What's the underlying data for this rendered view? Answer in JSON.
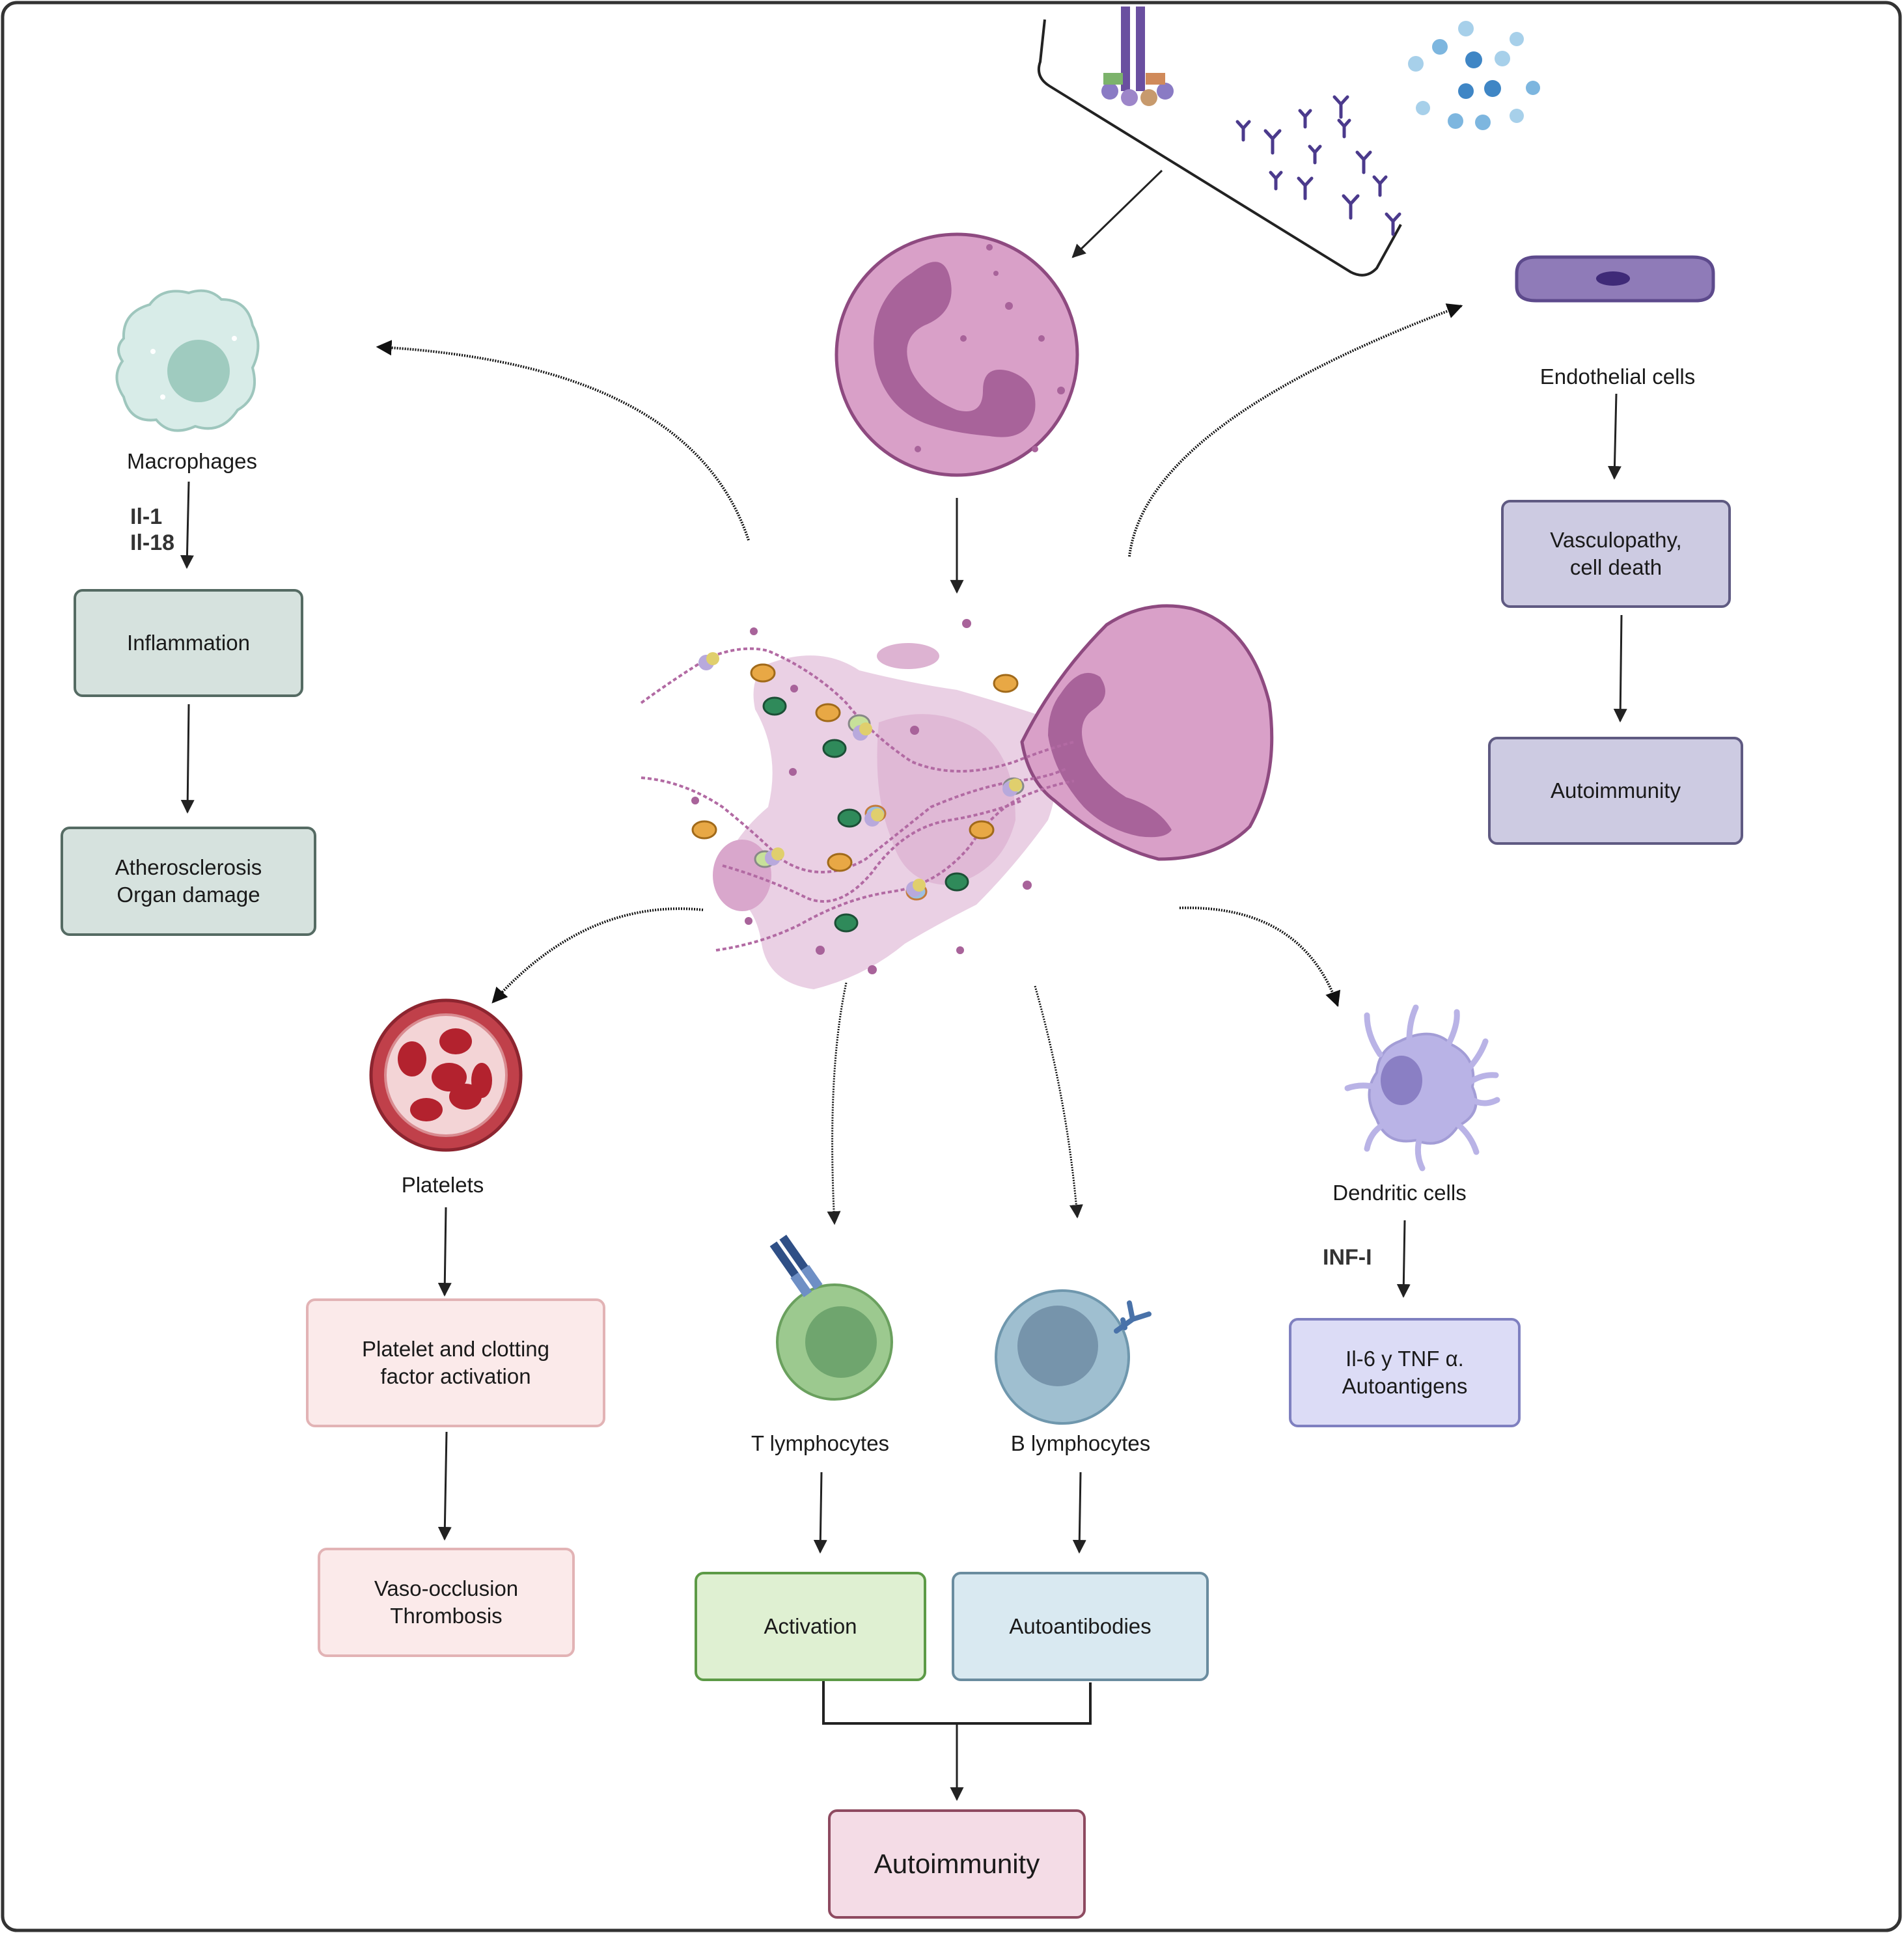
{
  "cells": {
    "macrophages": "Macrophages",
    "endothelial": "Endothelial cells",
    "platelets": "Platelets",
    "t_lymphocytes": "T lymphocytes",
    "b_lymphocytes": "B lymphocytes",
    "dendritic": "Dendritic cells"
  },
  "cytokines": {
    "macrophage": "Il-1\nIl-18",
    "dendritic": "INF-I"
  },
  "boxes": {
    "inflammation": "Inflammation",
    "atherosclerosis": "Atherosclerosis\nOrgan damage",
    "vasculopathy": "Vasculopathy,\ncell death",
    "autoimmunity_endothelial": "Autoimmunity",
    "platelet_activation": "Platelet and clotting\nfactor activation",
    "vaso_occlusion": "Vaso-occlusion\nThrombosis",
    "activation": "Activation",
    "autoantibodies": "Autoantibodies",
    "il6_tnf": "Il-6 y TNF α.\nAutoantigens",
    "autoimmunity_final": "Autoimmunity"
  },
  "colors": {
    "neutrophil": "#d9a0c8",
    "nucleus": "#a8639a",
    "net_cloud": "#ead0e4",
    "macrophage": "#d8ece8",
    "endothelial": "#8f7bb8",
    "platelet_vessel": "#c0404a",
    "t_cell": "#9cc98f",
    "b_cell": "#9fbfd0",
    "dendritic": "#b9b3e6",
    "box_green_grey": "#d6e2de",
    "box_lavender": "#cdcbe2",
    "box_pink": "#fbeaea",
    "box_green": "#dff0d2",
    "box_blue": "#d9e9f1",
    "box_violet": "#dcdcf6",
    "box_final": "#f4dce6"
  }
}
